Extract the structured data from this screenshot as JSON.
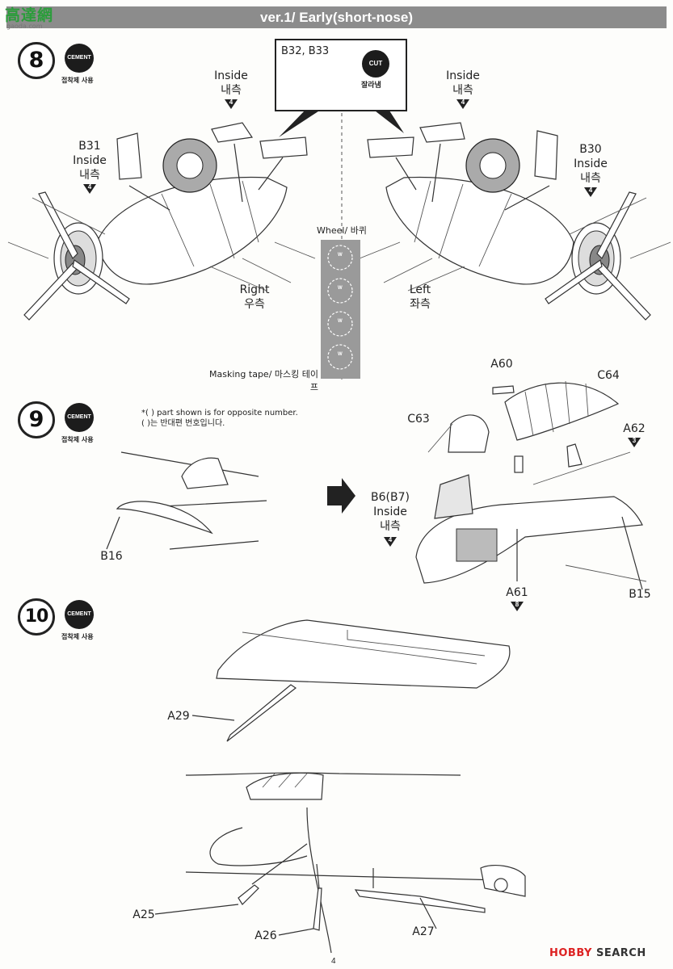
{
  "header": {
    "title": "ver.1/ Early(short-nose)"
  },
  "watermark_top": {
    "brand": "高達網",
    "site": "gaoda.com"
  },
  "cement": {
    "label": "CEMENT",
    "korean": "접착제 사용"
  },
  "cut": {
    "label": "CUT",
    "korean": "잘라냄"
  },
  "step8": {
    "number": "8",
    "callout_parts": "B32, B33",
    "inside_left_en": "Inside",
    "inside_left_ko": "내측",
    "inside_left_num": "4",
    "inside_right_en": "Inside",
    "inside_right_ko": "내측",
    "inside_right_num": "4",
    "b31": "B31",
    "b31_inside_en": "Inside",
    "b31_inside_ko": "내측",
    "b31_num": "4",
    "b30": "B30",
    "b30_inside_en": "Inside",
    "b30_inside_ko": "내측",
    "b30_num": "4",
    "right_en": "Right",
    "right_ko": "우측",
    "left_en": "Left",
    "left_ko": "좌측",
    "wheel_label": "Wheel/ 바퀴",
    "wheel_mark": "W",
    "masking_label": "Masking tape/ 마스킹 테이프"
  },
  "step9": {
    "number": "9",
    "note_line1": "*(   ) part shown is for opposite number.",
    "note_line2": "(   )는 반대편 번호입니다.",
    "b16": "B16",
    "a60": "A60",
    "c64": "C64",
    "c63": "C63",
    "a62": "A62",
    "a62_num": "3",
    "b6": "B6(B7)",
    "b6_inside_en": "Inside",
    "b6_inside_ko": "내측",
    "b6_num": "4",
    "a61": "A61",
    "a61_num": "8",
    "b15": "B15"
  },
  "step10": {
    "number": "10",
    "a29": "A29",
    "a25": "A25",
    "a26": "A26",
    "a27": "A27"
  },
  "footer": {
    "page": "4",
    "brand_hobby": "HOBBY",
    "brand_search": " SEARCH"
  }
}
